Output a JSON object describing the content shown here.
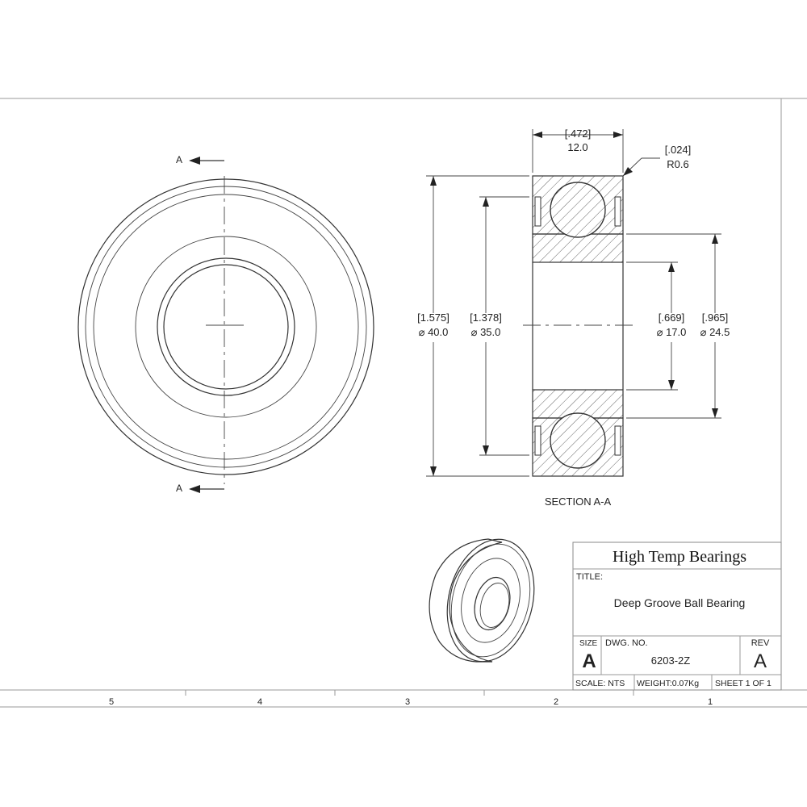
{
  "section_marks": {
    "top_label": "A",
    "bottom_label": "A"
  },
  "dimensions": {
    "width_in": "[.472]",
    "width_mm": "12.0",
    "radius_in": "[.024]",
    "radius_mm": "R0.6",
    "od_in": "[1.575]",
    "od_mm": "⌀ 40.0",
    "shoulder_in": "[1.378]",
    "shoulder_mm": "⌀ 35.0",
    "bore_in": "[.669]",
    "bore_mm": "⌀ 17.0",
    "inner_shoulder_in": "[.965]",
    "inner_shoulder_mm": "⌀ 24.5"
  },
  "section_label": "SECTION A-A",
  "title_block": {
    "company": "High Temp Bearings",
    "title_label": "TITLE:",
    "title": "Deep Groove Ball Bearing",
    "size_label": "SIZE",
    "size": "A",
    "dwg_label": "DWG.  NO.",
    "dwg_no": "6203-2Z",
    "rev_label": "REV",
    "rev": "A",
    "scale": "SCALE: NTS",
    "weight": "WEIGHT:0.07Kg",
    "sheet": "SHEET 1 OF 1"
  },
  "zones": [
    "5",
    "4",
    "3",
    "2",
    "1"
  ]
}
